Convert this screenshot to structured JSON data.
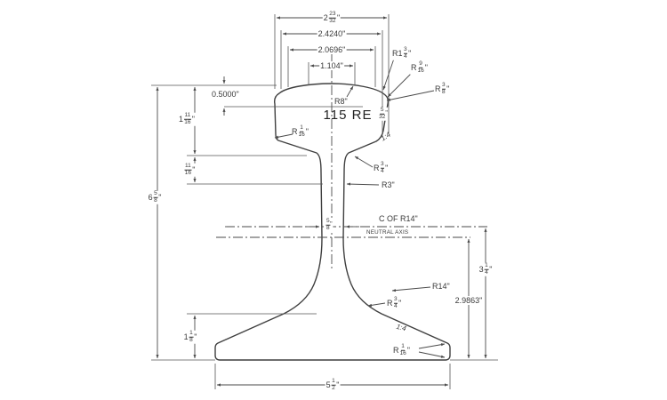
{
  "drawing": {
    "title": "115 RE",
    "top_dims": {
      "head_overall": {
        "pre": "2",
        "num": "23",
        "den": "32",
        "unit": "\""
      },
      "w_24240": {
        "text": "2.4240\""
      },
      "w_20696": {
        "text": "2.0696\""
      },
      "w_1104": {
        "text": "1.104\""
      },
      "gap_532": {
        "pre": "",
        "num": "5",
        "den": "32",
        "unit": "\""
      }
    },
    "radii": {
      "r1_34": {
        "pre": "R1",
        "num": "3",
        "den": "4",
        "unit": "\""
      },
      "r_916": {
        "pre": "R",
        "num": "9",
        "den": "16",
        "unit": "\""
      },
      "r_38": {
        "pre": "R",
        "num": "3",
        "den": "8",
        "unit": "\""
      },
      "r8": {
        "text": "R8\""
      },
      "r_116_head": {
        "pre": "R",
        "num": "1",
        "den": "16",
        "unit": "\""
      },
      "r_34_head": {
        "pre": "R",
        "num": "3",
        "den": "4",
        "unit": "\""
      },
      "r3": {
        "text": "R3\""
      },
      "r14": {
        "text": "R14\""
      },
      "r_34_base": {
        "pre": "R",
        "num": "3",
        "den": "4",
        "unit": "\""
      },
      "r_116_toe": {
        "pre": "R",
        "num": "1",
        "den": "16",
        "unit": "\""
      }
    },
    "left_dims": {
      "d_05000": {
        "text": "0.5000\""
      },
      "d_1_1116": {
        "pre": "1",
        "num": "11",
        "den": "16",
        "unit": "\""
      },
      "d_1116": {
        "pre": "",
        "num": "11",
        "den": "16",
        "unit": "\""
      },
      "d_6_58": {
        "pre": "6",
        "num": "5",
        "den": "8",
        "unit": "\""
      },
      "d_1_18": {
        "pre": "1",
        "num": "1",
        "den": "8",
        "unit": "\""
      }
    },
    "axis": {
      "web_58": {
        "pre": "",
        "num": "5",
        "den": "8",
        "unit": "\""
      },
      "cl_r14": {
        "text": "C OF R14\""
      },
      "neutral_axis": {
        "text": "NEUTRAL AXIS"
      },
      "slope_head": {
        "text": "1:4"
      },
      "slope_base": {
        "text": "1:4"
      }
    },
    "right_dims": {
      "d_3_14": {
        "pre": "3",
        "num": "1",
        "den": "4",
        "unit": "\""
      },
      "d_29863": {
        "text": "2.9863\""
      }
    },
    "bottom_dims": {
      "base_width": {
        "pre": "5",
        "num": "1",
        "den": "2",
        "unit": "\""
      }
    }
  }
}
